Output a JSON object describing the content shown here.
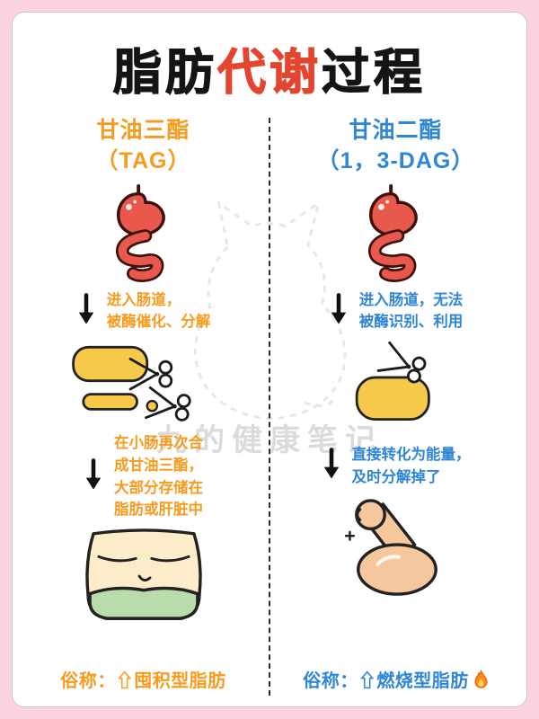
{
  "title": {
    "part1": "脂肪",
    "part2": "代谢",
    "part3": "过程"
  },
  "columns": {
    "left": {
      "heading1": "甘油三酯",
      "heading2": "（TAG）",
      "step1": "进入肠道，\n被酶催化、分解",
      "step2": "在小肠再次合\n成甘油三酯，\n大部分存储在\n脂肪或肝脏中",
      "caption": "俗称：⇧囤积型脂肪",
      "accent": "#f79b1e"
    },
    "right": {
      "heading1": "甘油二酯",
      "heading2": "（1，3-DAG）",
      "step1": "进入肠道，无法\n被酶识别、利用",
      "step2": "直接转化为能量，\n及时分解掉了",
      "caption": "俗称：⇧燃烧型脂肪",
      "caption_icon": "flame",
      "accent": "#2f86d6"
    }
  },
  "watermark": "九的健康笔记",
  "icons": {
    "down_arrow": "↓",
    "scissors": "✂",
    "flame": "🔥",
    "up_arrow": "⇧",
    "stomach": "stomach-intestine",
    "belly": "fat-belly",
    "muscle": "flexed-arm",
    "cat": "cat-outline-watermark"
  },
  "colors": {
    "background_pink": "#fbd3e3",
    "title_red": "#e3452f",
    "left_orange": "#f79b1e",
    "right_blue": "#2f86d6",
    "organ_red": "#e8584c",
    "block_yellow": "#f7c94b",
    "pants_green": "#b9dcab",
    "skin": "#f6c79c"
  }
}
